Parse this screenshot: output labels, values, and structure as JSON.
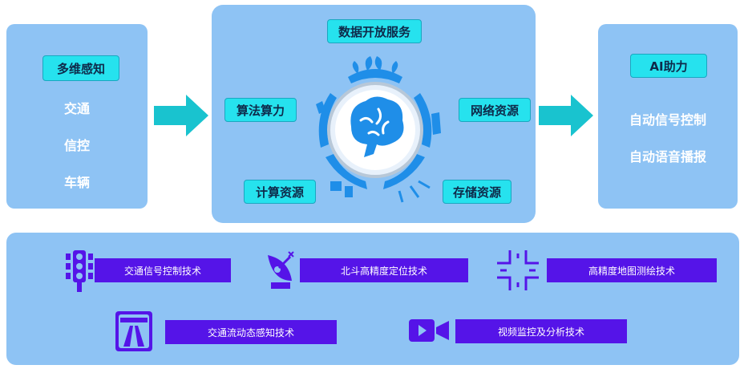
{
  "left": {
    "title": "多维感知",
    "items": [
      "交通",
      "信控",
      "车辆"
    ]
  },
  "center": {
    "top": "数据开放服务",
    "algo": "算法算力",
    "network": "网络资源",
    "compute": "计算资源",
    "storage": "存储资源"
  },
  "right": {
    "title": "AI助力",
    "items": [
      "自动信号控制",
      "自动语音播报"
    ]
  },
  "technologies": [
    {
      "label": "交通信号控制技术",
      "icon": "traffic-light-icon"
    },
    {
      "label": "北斗高精度定位技术",
      "icon": "satellite-dish-icon"
    },
    {
      "label": "高精度地图测绘技术",
      "icon": "road-map-icon"
    },
    {
      "label": "交通流动态感知技术",
      "icon": "highway-icon"
    },
    {
      "label": "视频监控及分析技术",
      "icon": "video-camera-icon"
    }
  ],
  "colors": {
    "panel": "#8ec3f4",
    "tag": "#26e2ee",
    "arrow": "#19c3cf",
    "tech_bar": "#5514e8",
    "brain": "#1f8ee8"
  }
}
